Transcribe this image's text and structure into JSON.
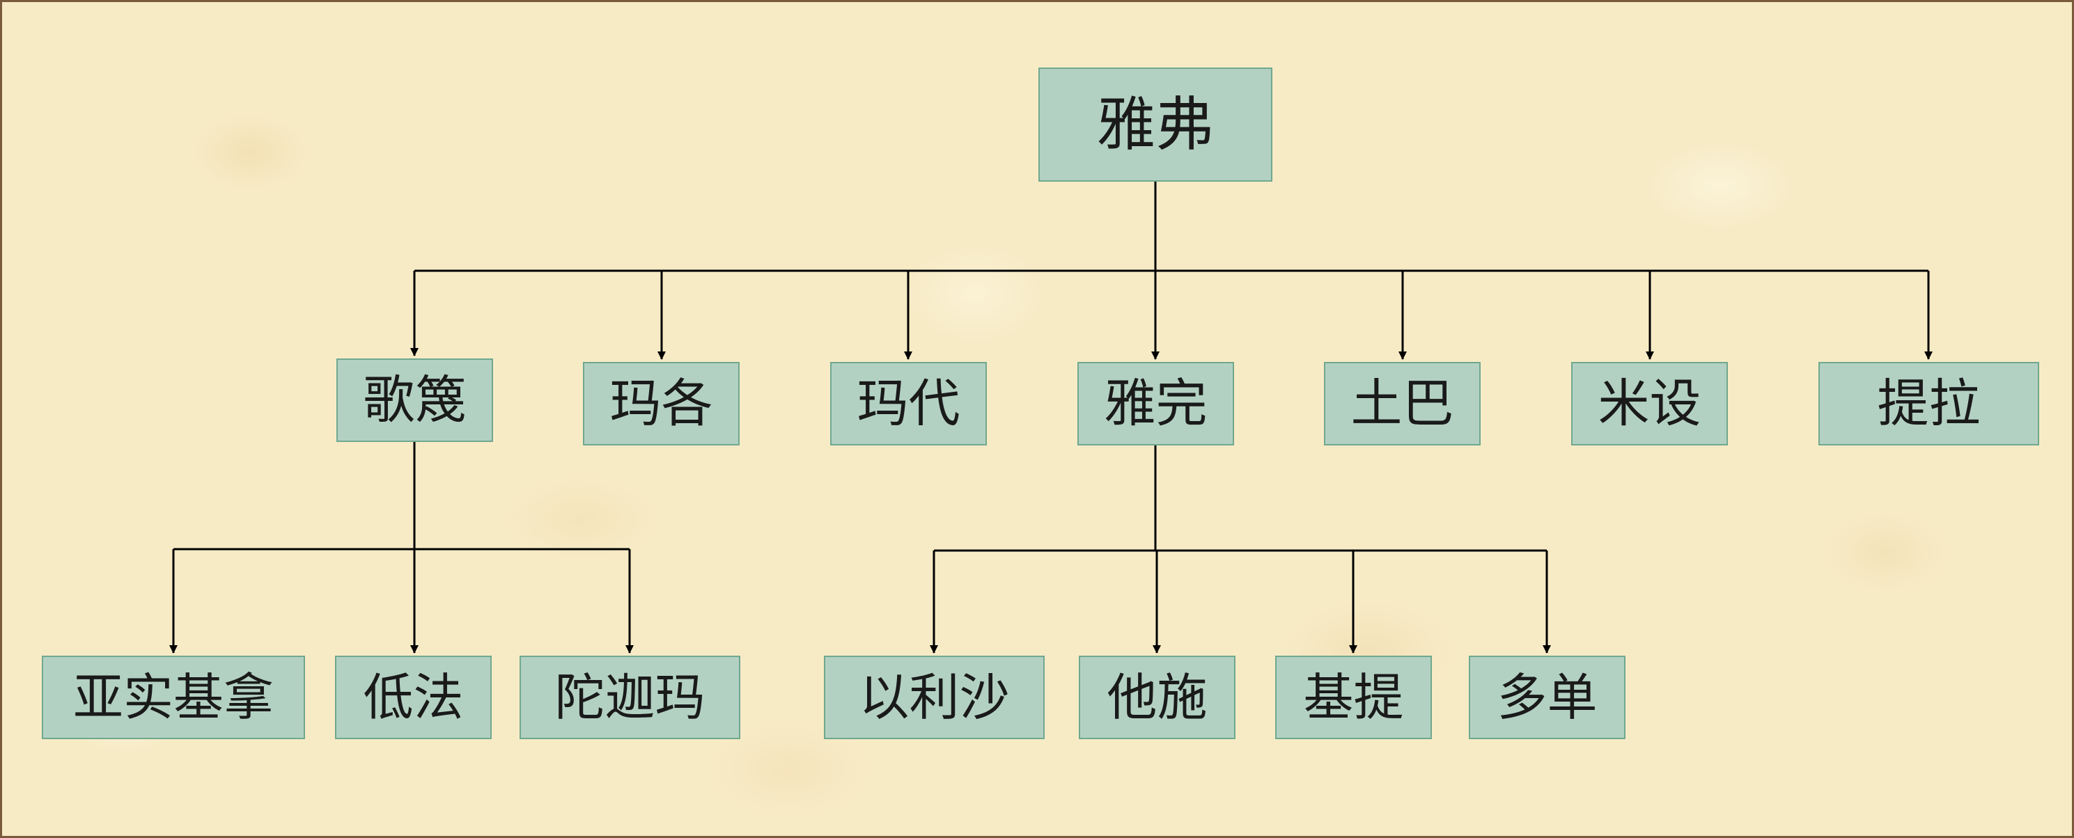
{
  "root": {
    "label": "雅弗"
  },
  "children": [
    {
      "label": "歌篾",
      "children": [
        {
          "label": "亚实基拿"
        },
        {
          "label": "低法"
        },
        {
          "label": "陀迦玛"
        }
      ]
    },
    {
      "label": "玛各"
    },
    {
      "label": "玛代"
    },
    {
      "label": "雅完",
      "children": [
        {
          "label": "以利沙"
        },
        {
          "label": "他施"
        },
        {
          "label": "基提"
        },
        {
          "label": "多单"
        }
      ]
    },
    {
      "label": "土巴"
    },
    {
      "label": "米设"
    },
    {
      "label": "提拉"
    }
  ],
  "colors": {
    "node_fill": "#b3d1c3",
    "node_border": "#6fa88e",
    "connector": "#000000",
    "background": "#f7ebc6"
  }
}
